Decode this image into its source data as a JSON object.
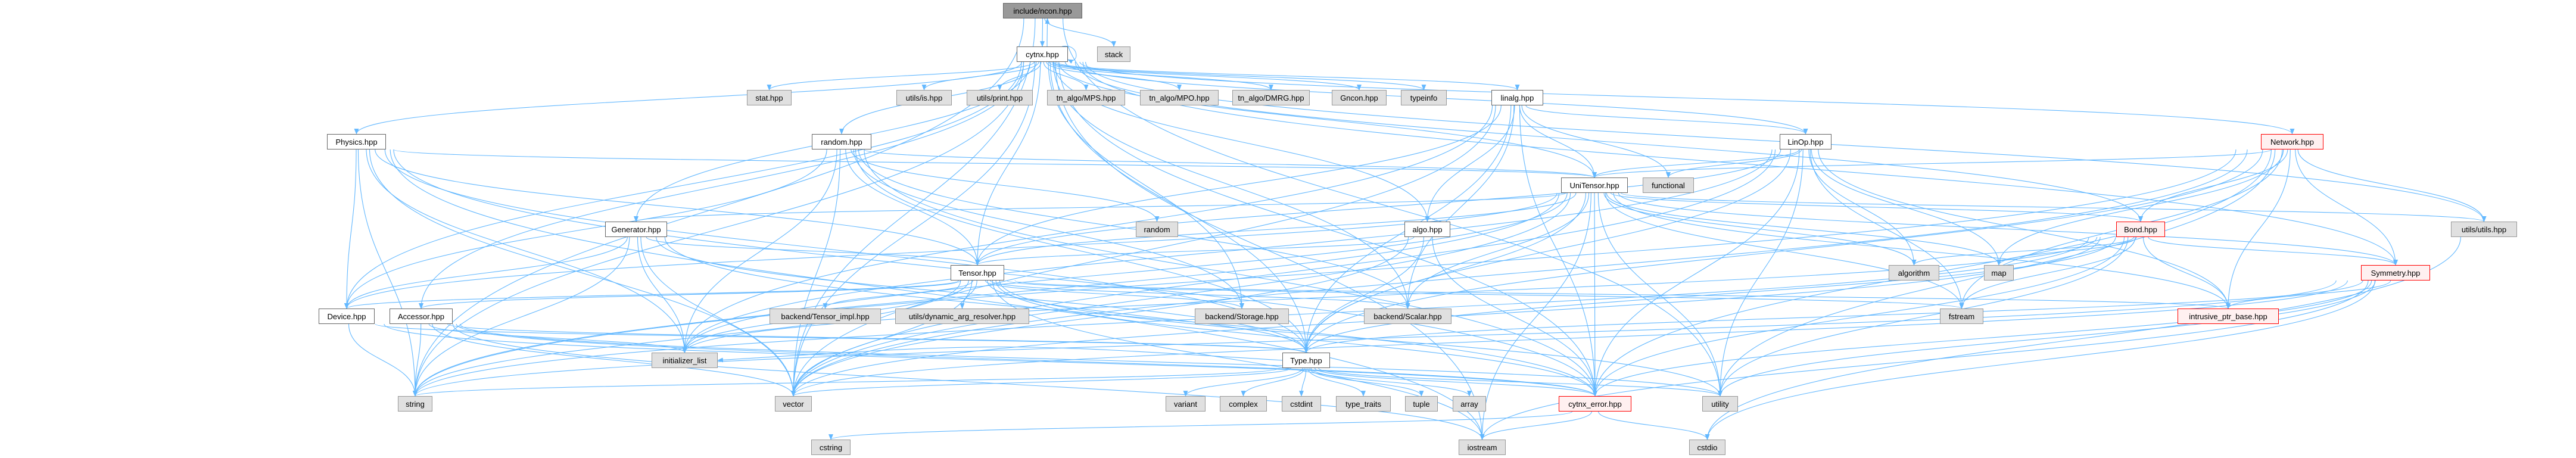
{
  "graph_title": "include/ncon.hpp",
  "colors": {
    "edge": "#63b8ff",
    "target_fill": "#999999",
    "external_fill": "#e0e0e0",
    "red_border": "#ff0000",
    "red_fill": "#fff0f0"
  },
  "nodes": [
    {
      "id": "ncon",
      "label": "include/ncon.hpp",
      "style": "target"
    },
    {
      "id": "cytnx",
      "label": "cytnx.hpp",
      "style": "white"
    },
    {
      "id": "stack",
      "label": "stack",
      "style": "gray"
    },
    {
      "id": "stat",
      "label": "stat.hpp",
      "style": "gray"
    },
    {
      "id": "is",
      "label": "utils/is.hpp",
      "style": "gray"
    },
    {
      "id": "print",
      "label": "utils/print.hpp",
      "style": "gray"
    },
    {
      "id": "mps",
      "label": "tn_algo/MPS.hpp",
      "style": "gray"
    },
    {
      "id": "mpo",
      "label": "tn_algo/MPO.hpp",
      "style": "gray"
    },
    {
      "id": "dmrg",
      "label": "tn_algo/DMRG.hpp",
      "style": "gray"
    },
    {
      "id": "gncon",
      "label": "Gncon.hpp",
      "style": "gray"
    },
    {
      "id": "typeinfo",
      "label": "typeinfo",
      "style": "gray"
    },
    {
      "id": "linalg",
      "label": "linalg.hpp",
      "style": "white"
    },
    {
      "id": "randomhpp",
      "label": "random.hpp",
      "style": "white"
    },
    {
      "id": "physics",
      "label": "Physics.hpp",
      "style": "white"
    },
    {
      "id": "linop",
      "label": "LinOp.hpp",
      "style": "white"
    },
    {
      "id": "network",
      "label": "Network.hpp",
      "style": "red"
    },
    {
      "id": "unitensor",
      "label": "UniTensor.hpp",
      "style": "white"
    },
    {
      "id": "functional",
      "label": "functional",
      "style": "gray"
    },
    {
      "id": "generator",
      "label": "Generator.hpp",
      "style": "white"
    },
    {
      "id": "random",
      "label": "random",
      "style": "gray"
    },
    {
      "id": "algo",
      "label": "algo.hpp",
      "style": "white"
    },
    {
      "id": "bond",
      "label": "Bond.hpp",
      "style": "red"
    },
    {
      "id": "uutils",
      "label": "utils/utils.hpp",
      "style": "gray"
    },
    {
      "id": "tensor",
      "label": "Tensor.hpp",
      "style": "white"
    },
    {
      "id": "algorithm",
      "label": "algorithm",
      "style": "gray"
    },
    {
      "id": "map",
      "label": "map",
      "style": "gray"
    },
    {
      "id": "symmetry",
      "label": "Symmetry.hpp",
      "style": "red"
    },
    {
      "id": "device",
      "label": "Device.hpp",
      "style": "white"
    },
    {
      "id": "accessor",
      "label": "Accessor.hpp",
      "style": "white"
    },
    {
      "id": "timpl",
      "label": "backend/Tensor_impl.hpp",
      "style": "gray"
    },
    {
      "id": "dar",
      "label": "utils/dynamic_arg_resolver.hpp",
      "style": "gray"
    },
    {
      "id": "storage",
      "label": "backend/Storage.hpp",
      "style": "gray"
    },
    {
      "id": "scalar",
      "label": "backend/Scalar.hpp",
      "style": "gray"
    },
    {
      "id": "fstream",
      "label": "fstream",
      "style": "gray"
    },
    {
      "id": "intrusive",
      "label": "intrusive_ptr_base.hpp",
      "style": "red"
    },
    {
      "id": "initlist",
      "label": "initializer_list",
      "style": "gray"
    },
    {
      "id": "type",
      "label": "Type.hpp",
      "style": "white"
    },
    {
      "id": "string",
      "label": "string",
      "style": "gray"
    },
    {
      "id": "vector",
      "label": "vector",
      "style": "gray"
    },
    {
      "id": "variant",
      "label": "variant",
      "style": "gray"
    },
    {
      "id": "complex",
      "label": "complex",
      "style": "gray"
    },
    {
      "id": "cstdint",
      "label": "cstdint",
      "style": "gray"
    },
    {
      "id": "type_traits",
      "label": "type_traits",
      "style": "gray"
    },
    {
      "id": "tuple",
      "label": "tuple",
      "style": "gray"
    },
    {
      "id": "array",
      "label": "array",
      "style": "gray"
    },
    {
      "id": "error",
      "label": "cytnx_error.hpp",
      "style": "red"
    },
    {
      "id": "utility",
      "label": "utility",
      "style": "gray"
    },
    {
      "id": "cstring",
      "label": "cstring",
      "style": "gray"
    },
    {
      "id": "iostream",
      "label": "iostream",
      "style": "gray"
    },
    {
      "id": "cstdio",
      "label": "cstdio",
      "style": "gray"
    }
  ],
  "edges": [
    [
      "ncon",
      "cytnx"
    ],
    [
      "ncon",
      "stack"
    ],
    [
      "ncon",
      "string"
    ],
    [
      "ncon",
      "vector"
    ],
    [
      "ncon",
      "utility"
    ],
    [
      "cytnx",
      "ncon"
    ],
    [
      "cytnx",
      "stat"
    ],
    [
      "cytnx",
      "is"
    ],
    [
      "cytnx",
      "print"
    ],
    [
      "cytnx",
      "mps"
    ],
    [
      "cytnx",
      "mpo"
    ],
    [
      "cytnx",
      "dmrg"
    ],
    [
      "cytnx",
      "gncon"
    ],
    [
      "cytnx",
      "typeinfo"
    ],
    [
      "cytnx",
      "linalg"
    ],
    [
      "cytnx",
      "randomhpp"
    ],
    [
      "cytnx",
      "physics"
    ],
    [
      "cytnx",
      "linop"
    ],
    [
      "cytnx",
      "network"
    ],
    [
      "cytnx",
      "unitensor"
    ],
    [
      "cytnx",
      "generator"
    ],
    [
      "cytnx",
      "algo"
    ],
    [
      "cytnx",
      "bond"
    ],
    [
      "cytnx",
      "uutils"
    ],
    [
      "cytnx",
      "tensor"
    ],
    [
      "cytnx",
      "symmetry"
    ],
    [
      "cytnx",
      "device"
    ],
    [
      "cytnx",
      "accessor"
    ],
    [
      "cytnx",
      "storage"
    ],
    [
      "cytnx",
      "scalar"
    ],
    [
      "cytnx",
      "type"
    ],
    [
      "cytnx",
      "error"
    ],
    [
      "cytnx",
      "string"
    ],
    [
      "cytnx",
      "vector"
    ],
    [
      "cytnx",
      "iostream"
    ],
    [
      "physics",
      "tensor"
    ],
    [
      "physics",
      "unitensor"
    ],
    [
      "physics",
      "device"
    ],
    [
      "physics",
      "type"
    ],
    [
      "physics",
      "error"
    ],
    [
      "physics",
      "string"
    ],
    [
      "physics",
      "vector"
    ],
    [
      "physics",
      "initlist"
    ],
    [
      "physics",
      "iostream"
    ],
    [
      "randomhpp",
      "tensor"
    ],
    [
      "randomhpp",
      "unitensor"
    ],
    [
      "randomhpp",
      "device"
    ],
    [
      "randomhpp",
      "random"
    ],
    [
      "randomhpp",
      "type"
    ],
    [
      "randomhpp",
      "error"
    ],
    [
      "randomhpp",
      "vector"
    ],
    [
      "randomhpp",
      "initlist"
    ],
    [
      "randomhpp",
      "storage"
    ],
    [
      "randomhpp",
      "scalar"
    ],
    [
      "linalg",
      "tensor"
    ],
    [
      "linalg",
      "unitensor"
    ],
    [
      "linalg",
      "linop"
    ],
    [
      "linalg",
      "algo"
    ],
    [
      "linalg",
      "type"
    ],
    [
      "linalg",
      "error"
    ],
    [
      "linalg",
      "functional"
    ],
    [
      "linalg",
      "scalar"
    ],
    [
      "linalg",
      "initlist"
    ],
    [
      "linalg",
      "vector"
    ],
    [
      "linop",
      "unitensor"
    ],
    [
      "linop",
      "tensor"
    ],
    [
      "linop",
      "type"
    ],
    [
      "linop",
      "error"
    ],
    [
      "linop",
      "functional"
    ],
    [
      "linop",
      "vector"
    ],
    [
      "linop",
      "map"
    ],
    [
      "linop",
      "fstream"
    ],
    [
      "linop",
      "utility"
    ],
    [
      "linop",
      "algorithm"
    ],
    [
      "linop",
      "intrusive"
    ],
    [
      "linop",
      "initlist"
    ],
    [
      "unitensor",
      "tensor"
    ],
    [
      "unitensor",
      "bond"
    ],
    [
      "unitensor",
      "symmetry"
    ],
    [
      "unitensor",
      "generator"
    ],
    [
      "unitensor",
      "device"
    ],
    [
      "unitensor",
      "type"
    ],
    [
      "unitensor",
      "error"
    ],
    [
      "unitensor",
      "vector"
    ],
    [
      "unitensor",
      "utility"
    ],
    [
      "unitensor",
      "string"
    ],
    [
      "unitensor",
      "fstream"
    ],
    [
      "unitensor",
      "algorithm"
    ],
    [
      "unitensor",
      "map"
    ],
    [
      "unitensor",
      "intrusive"
    ],
    [
      "unitensor",
      "uutils"
    ],
    [
      "unitensor",
      "scalar"
    ],
    [
      "unitensor",
      "initlist"
    ],
    [
      "unitensor",
      "iostream"
    ],
    [
      "algo",
      "tensor"
    ],
    [
      "algo",
      "type"
    ],
    [
      "algo",
      "error"
    ],
    [
      "algo",
      "vector"
    ],
    [
      "generator",
      "device"
    ],
    [
      "generator",
      "tensor"
    ],
    [
      "generator",
      "type"
    ],
    [
      "generator",
      "error"
    ],
    [
      "generator",
      "string"
    ],
    [
      "generator",
      "vector"
    ],
    [
      "generator",
      "initlist"
    ],
    [
      "network",
      "unitensor"
    ],
    [
      "network",
      "bond"
    ],
    [
      "network",
      "symmetry"
    ],
    [
      "network",
      "intrusive"
    ],
    [
      "network",
      "fstream"
    ],
    [
      "network",
      "map"
    ],
    [
      "network",
      "vector"
    ],
    [
      "network",
      "string"
    ],
    [
      "network",
      "utility"
    ],
    [
      "network",
      "error"
    ],
    [
      "network",
      "type"
    ],
    [
      "network",
      "uutils"
    ],
    [
      "bond",
      "symmetry"
    ],
    [
      "bond",
      "intrusive"
    ],
    [
      "bond",
      "algorithm"
    ],
    [
      "bond",
      "map"
    ],
    [
      "bond",
      "fstream"
    ],
    [
      "bond",
      "type"
    ],
    [
      "bond",
      "error"
    ],
    [
      "bond",
      "vector"
    ],
    [
      "bond",
      "string"
    ],
    [
      "bond",
      "utility"
    ],
    [
      "bond",
      "initlist"
    ],
    [
      "symmetry",
      "intrusive"
    ],
    [
      "symmetry",
      "type"
    ],
    [
      "symmetry",
      "error"
    ],
    [
      "symmetry",
      "vector"
    ],
    [
      "symmetry",
      "string"
    ],
    [
      "symmetry",
      "utility"
    ],
    [
      "symmetry",
      "iostream"
    ],
    [
      "symmetry",
      "cstdio"
    ],
    [
      "tensor",
      "device"
    ],
    [
      "tensor",
      "accessor"
    ],
    [
      "tensor",
      "timpl"
    ],
    [
      "tensor",
      "dar"
    ],
    [
      "tensor",
      "storage"
    ],
    [
      "tensor",
      "scalar"
    ],
    [
      "tensor",
      "type"
    ],
    [
      "tensor",
      "error"
    ],
    [
      "tensor",
      "vector"
    ],
    [
      "tensor",
      "initlist"
    ],
    [
      "tensor",
      "string"
    ],
    [
      "tensor",
      "iostream"
    ],
    [
      "tensor",
      "fstream"
    ],
    [
      "tensor",
      "intrusive"
    ],
    [
      "tensor",
      "utility"
    ],
    [
      "accessor",
      "type"
    ],
    [
      "accessor",
      "error"
    ],
    [
      "accessor",
      "vector"
    ],
    [
      "accessor",
      "string"
    ],
    [
      "accessor",
      "initlist"
    ],
    [
      "accessor",
      "iostream"
    ],
    [
      "accessor",
      "utility"
    ],
    [
      "device",
      "string"
    ],
    [
      "device",
      "error"
    ],
    [
      "device",
      "type"
    ],
    [
      "type",
      "variant"
    ],
    [
      "type",
      "complex"
    ],
    [
      "type",
      "cstdint"
    ],
    [
      "type",
      "type_traits"
    ],
    [
      "type",
      "tuple"
    ],
    [
      "type",
      "array"
    ],
    [
      "type",
      "error"
    ],
    [
      "type",
      "vector"
    ],
    [
      "type",
      "string"
    ],
    [
      "type",
      "utility"
    ],
    [
      "type",
      "initlist"
    ],
    [
      "error",
      "iostream"
    ],
    [
      "error",
      "cstdio"
    ],
    [
      "error",
      "cstring"
    ],
    [
      "uutils",
      "cstdio"
    ]
  ]
}
